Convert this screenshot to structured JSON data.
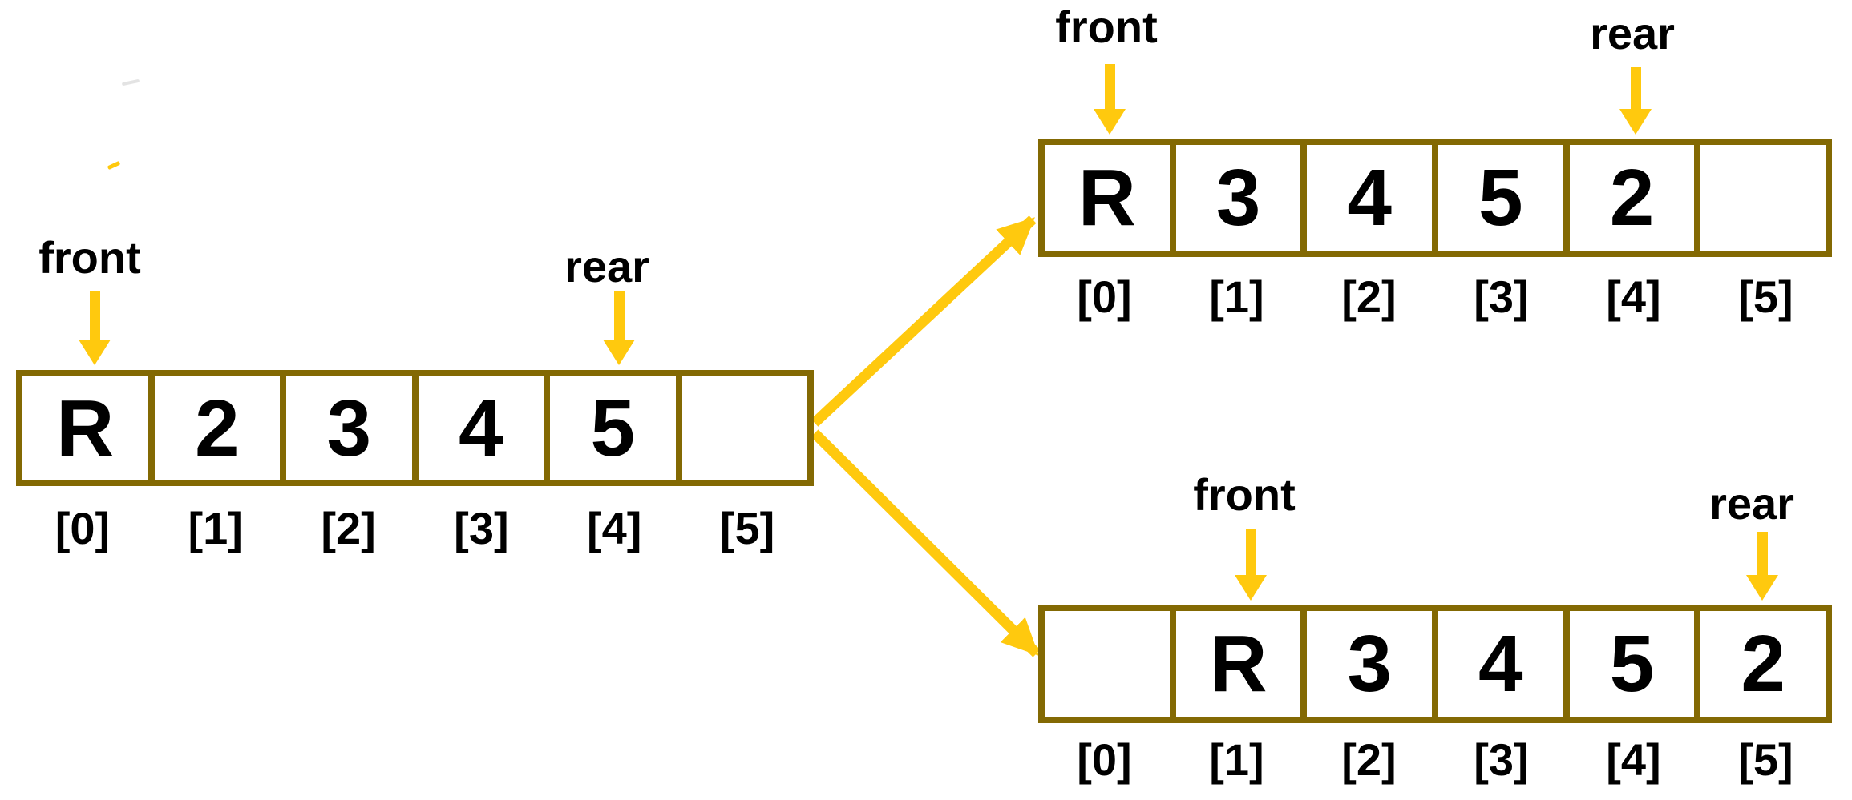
{
  "colors": {
    "background": "#FFFFFF",
    "border": "#836903",
    "arrow": "#FFC90E",
    "text": "#000000"
  },
  "arrays": [
    {
      "name": "initial-queue",
      "front_label": "front",
      "rear_label": "rear",
      "front_index": 0,
      "rear_index": 4,
      "cells": [
        "R",
        "2",
        "3",
        "4",
        "5",
        ""
      ],
      "indices": [
        "[0]",
        "[1]",
        "[2]",
        "[3]",
        "[4]",
        "[5]"
      ]
    },
    {
      "name": "result-top-queue",
      "front_label": "front",
      "rear_label": "rear",
      "front_index": 0,
      "rear_index": 4,
      "cells": [
        "R",
        "3",
        "4",
        "5",
        "2",
        ""
      ],
      "indices": [
        "[0]",
        "[1]",
        "[2]",
        "[3]",
        "[4]",
        "[5]"
      ]
    },
    {
      "name": "result-bottom-queue",
      "front_label": "front",
      "rear_label": "rear",
      "front_index": 1,
      "rear_index": 5,
      "cells": [
        "",
        "R",
        "3",
        "4",
        "5",
        "2"
      ],
      "indices": [
        "[0]",
        "[1]",
        "[2]",
        "[3]",
        "[4]",
        "[5]"
      ]
    }
  ]
}
